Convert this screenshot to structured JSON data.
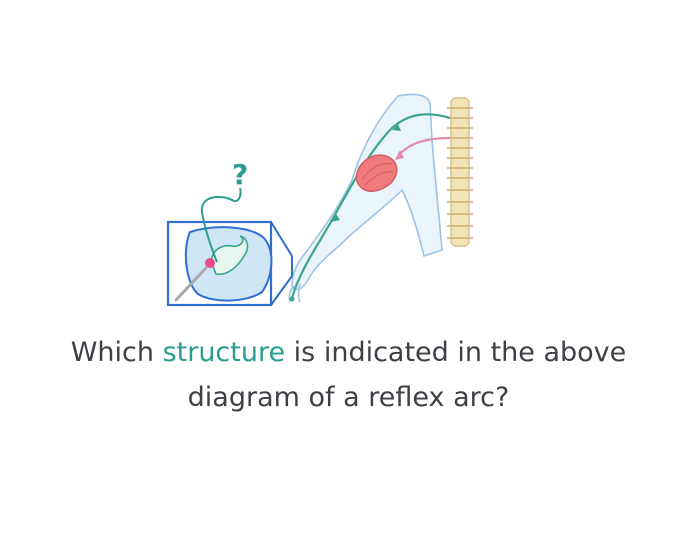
{
  "question": {
    "before": "Which ",
    "highlight": "structure",
    "after": " is indicated in the above diagram of a reflex arc?",
    "highlight_color": "#2a9d8f"
  },
  "diagram": {
    "marker": "?",
    "colors": {
      "outline": "#2f6fd0",
      "skin": "#eaf4fb",
      "nerve": "#3aa58a",
      "motor": "#e58aa8",
      "muscle": "#f0797c",
      "bone": "#f3e4b8"
    },
    "icons": [
      "magnifier-box-icon",
      "arm-icon",
      "spine-icon",
      "muscle-icon",
      "pin-icon"
    ]
  }
}
